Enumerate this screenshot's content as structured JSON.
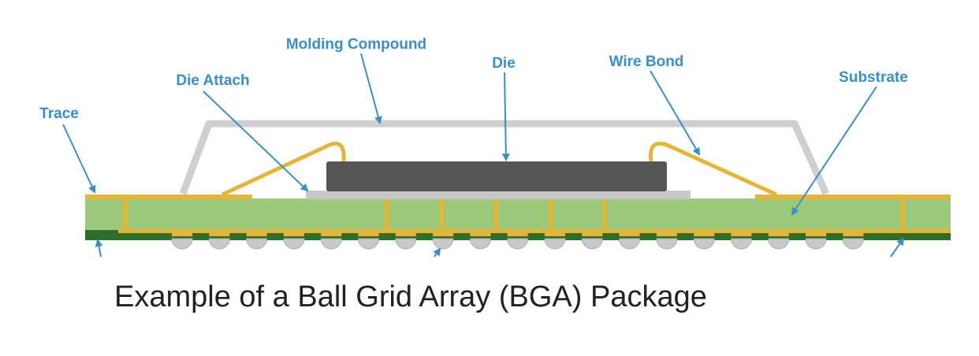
{
  "labels": {
    "molding_compound": "Molding Compound",
    "die": "Die",
    "die_attach": "Die Attach",
    "wire_bond": "Wire Bond",
    "trace": "Trace",
    "substrate": "Substrate"
  },
  "caption": "Example of a Ball Grid Array (BGA) Package",
  "colors": {
    "label": "#3a8fc4",
    "arrow": "#3a8fc4",
    "substrate": "#9dc97d",
    "substrate_dark": "#2e6e2a",
    "trace": "#e3b53a",
    "molding": "#cfcfcf",
    "die": "#555555",
    "die_attach": "#c8c8c8",
    "solder_ball": "#c9c9c9"
  },
  "solder_ball_count": 19
}
